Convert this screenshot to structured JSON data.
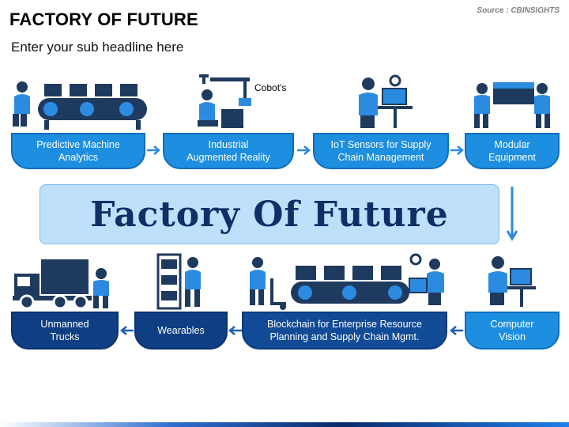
{
  "header": {
    "title": "FACTORY OF FUTURE",
    "subtitle": "Enter your sub headline here",
    "source": "Source : CBINSIGHTS"
  },
  "center": {
    "title": "Factory Of Future"
  },
  "annotations": {
    "cobots": "Cobot's"
  },
  "steps": {
    "s1": {
      "line1": "Predictive Machine",
      "line2": "Analytics"
    },
    "s2": {
      "line1": "Industrial",
      "line2": "Augmented Reality"
    },
    "s3": {
      "line1": "IoT Sensors for Supply",
      "line2": "Chain Management"
    },
    "s4": {
      "line1": "Modular",
      "line2": "Equipment"
    },
    "s5": {
      "line1": "Computer",
      "line2": "Vision"
    },
    "s6": {
      "line1": "Blockchain for Enterprise Resource",
      "line2": "Planning and Supply Chain Mgmt."
    },
    "s7": {
      "line1": "Wearables"
    },
    "s8": {
      "line1": "Unmanned",
      "line2": "Trucks"
    }
  },
  "colors": {
    "light_blue": "#1e8fe0",
    "dark_blue": "#114a95",
    "navy": "#0f3f82",
    "icon_dark": "#1f3a5f",
    "icon_light": "#2b8be0",
    "panel": "#bfe0fb"
  },
  "icons": [
    "conveyor-worker-icon",
    "cobot-arm-icon",
    "iot-worker-desk-icon",
    "modular-box-carriers-icon",
    "computer-vision-desk-icon",
    "conveyor-trolley-icon",
    "wearables-worker-shelf-icon",
    "delivery-truck-icon"
  ]
}
